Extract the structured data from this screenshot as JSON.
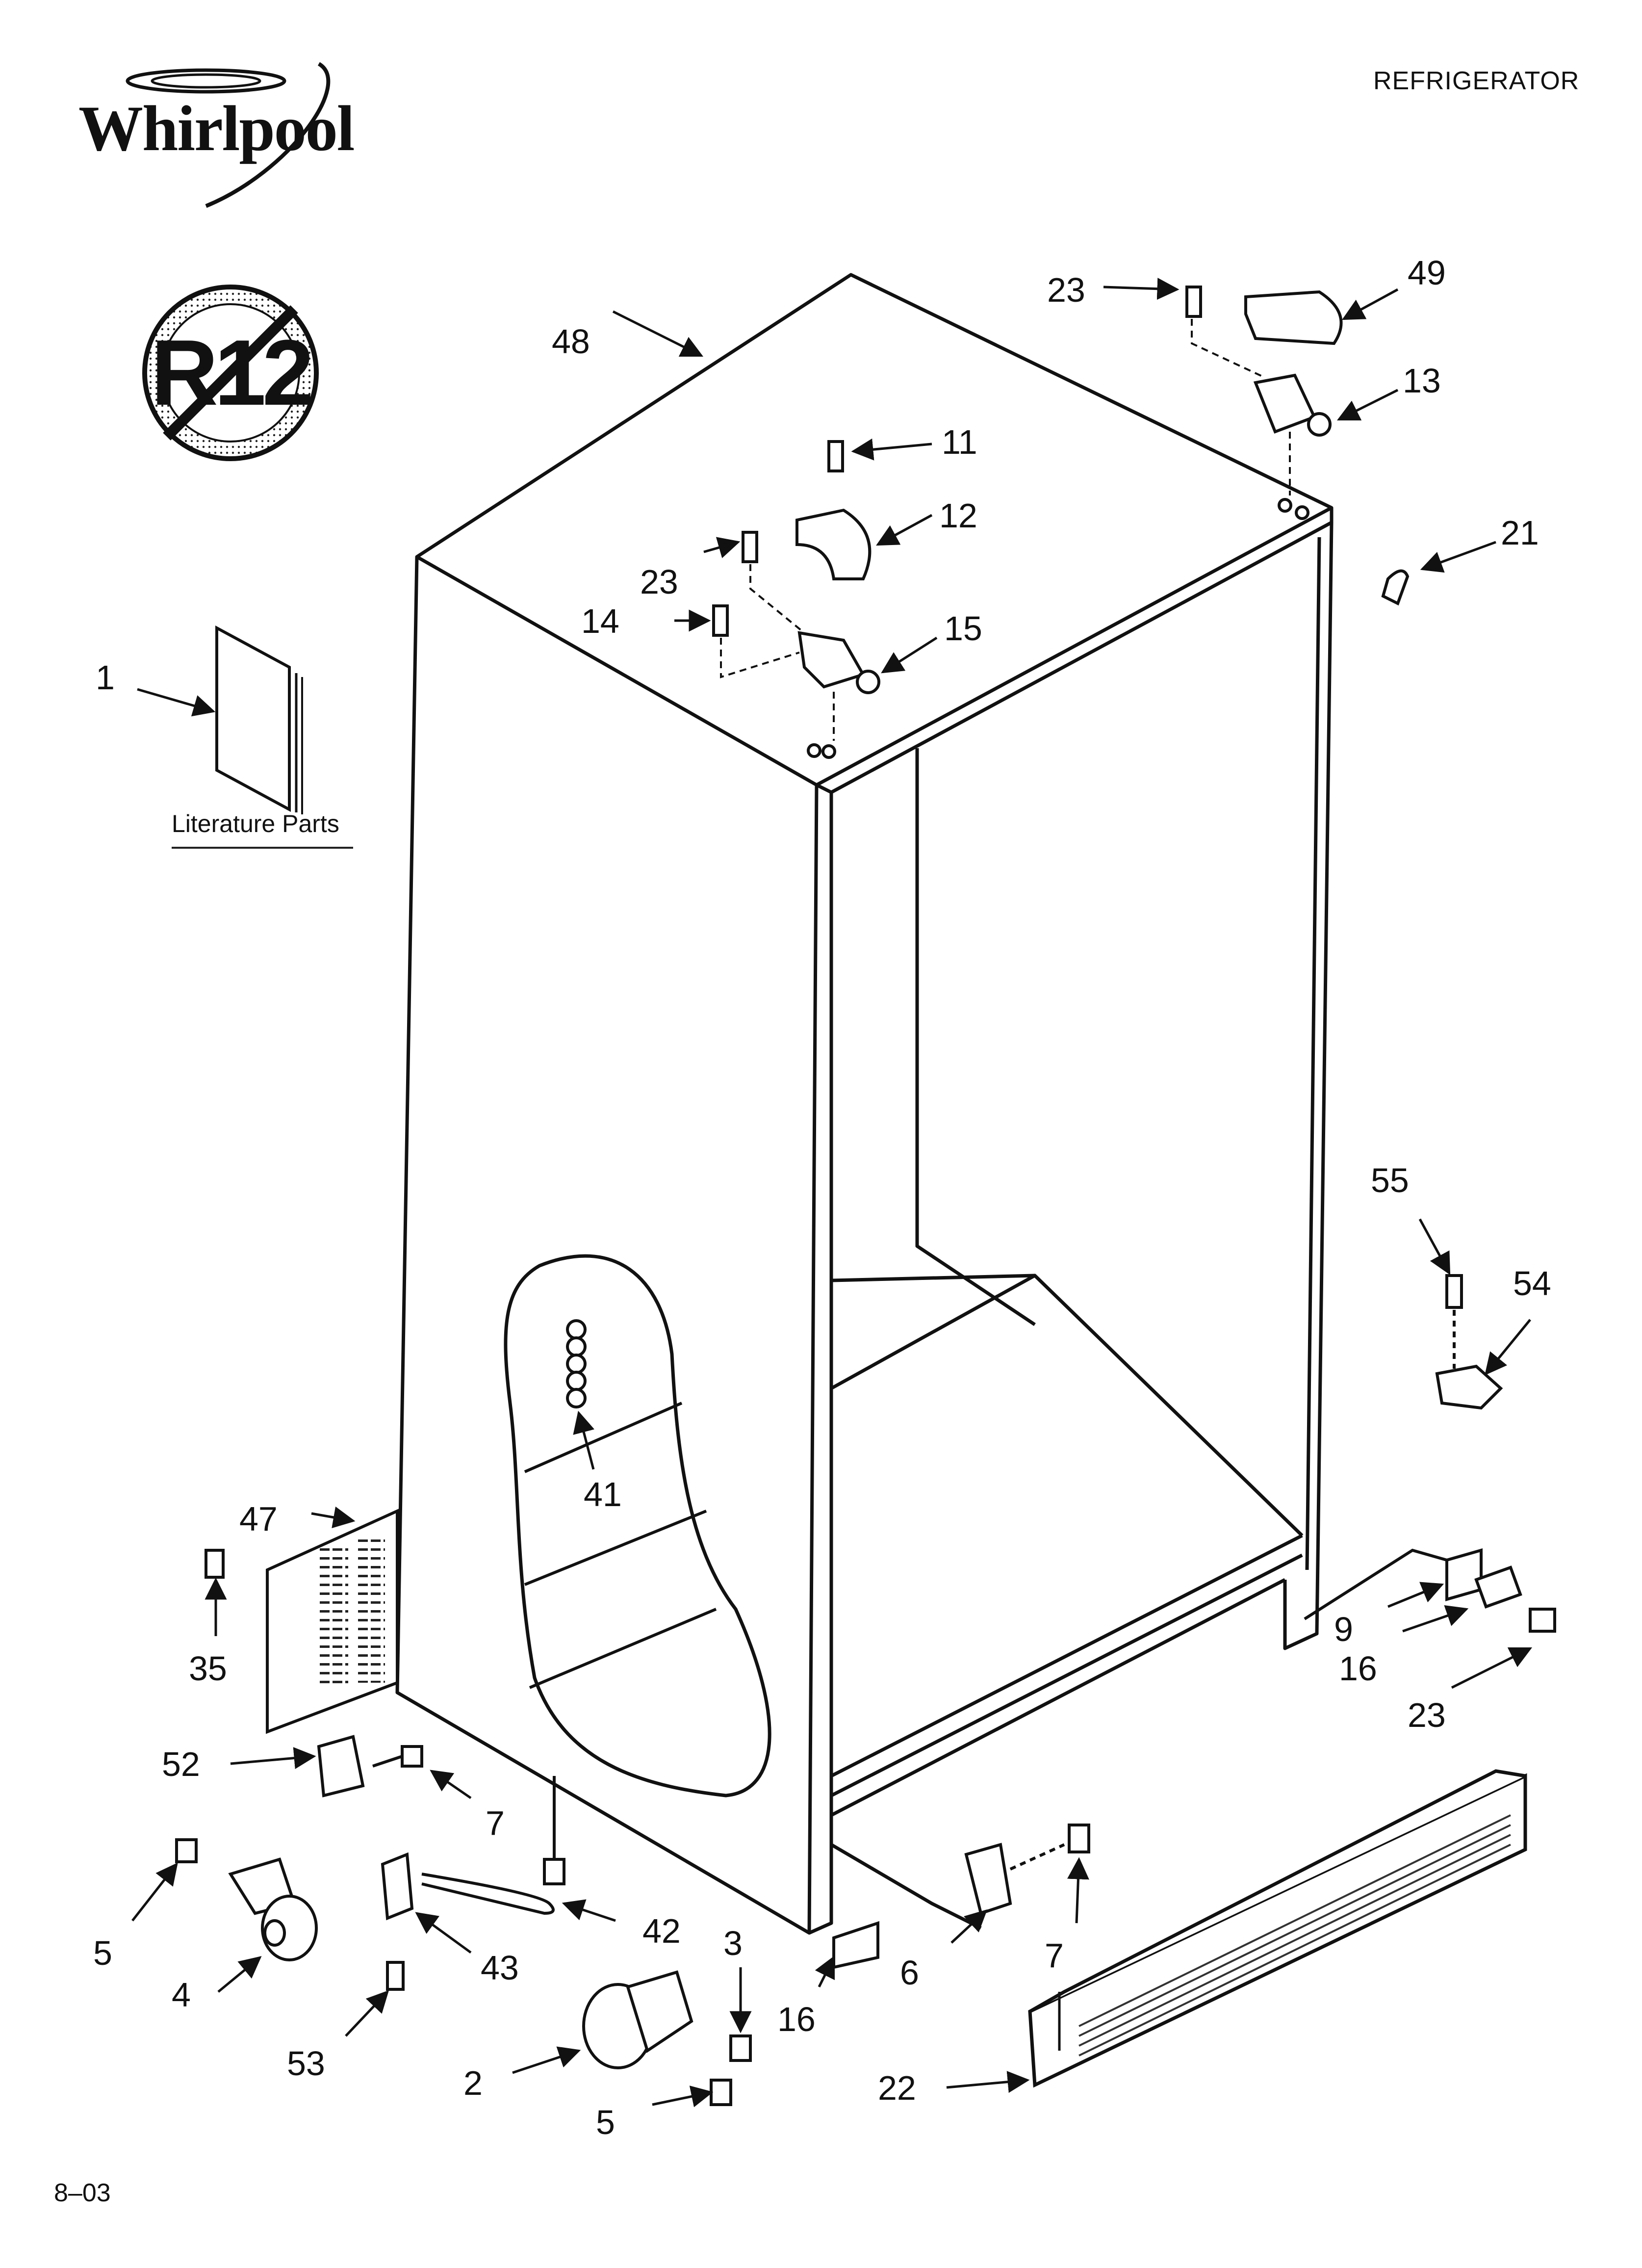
{
  "header": {
    "brand": "Whirlpool",
    "document_type": "REFRIGERATOR"
  },
  "badge": {
    "text": "R12",
    "icon": "no-r12-refrigerant-icon"
  },
  "literature": {
    "label": "Literature Parts"
  },
  "footer": {
    "code": "8–03"
  },
  "callouts": [
    {
      "id": "c48",
      "text": "48"
    },
    {
      "id": "c23a",
      "text": "23"
    },
    {
      "id": "c49",
      "text": "49"
    },
    {
      "id": "c13",
      "text": "13"
    },
    {
      "id": "c11",
      "text": "11"
    },
    {
      "id": "c12",
      "text": "12"
    },
    {
      "id": "c21",
      "text": "21"
    },
    {
      "id": "c23b",
      "text": "23"
    },
    {
      "id": "c14",
      "text": "14"
    },
    {
      "id": "c15",
      "text": "15"
    },
    {
      "id": "c1",
      "text": "1"
    },
    {
      "id": "c55",
      "text": "55"
    },
    {
      "id": "c54",
      "text": "54"
    },
    {
      "id": "c41",
      "text": "41"
    },
    {
      "id": "c47",
      "text": "47"
    },
    {
      "id": "c35",
      "text": "35"
    },
    {
      "id": "c9",
      "text": "9"
    },
    {
      "id": "c16a",
      "text": "16"
    },
    {
      "id": "c23c",
      "text": "23"
    },
    {
      "id": "c52",
      "text": "52"
    },
    {
      "id": "c7a",
      "text": "7"
    },
    {
      "id": "c5a",
      "text": "5"
    },
    {
      "id": "c42",
      "text": "42"
    },
    {
      "id": "c43",
      "text": "43"
    },
    {
      "id": "c4",
      "text": "4"
    },
    {
      "id": "c53",
      "text": "53"
    },
    {
      "id": "c3",
      "text": "3"
    },
    {
      "id": "c16b",
      "text": "16"
    },
    {
      "id": "c6",
      "text": "6"
    },
    {
      "id": "c7b",
      "text": "7"
    },
    {
      "id": "c2",
      "text": "2"
    },
    {
      "id": "c5b",
      "text": "5"
    },
    {
      "id": "c22",
      "text": "22"
    }
  ]
}
